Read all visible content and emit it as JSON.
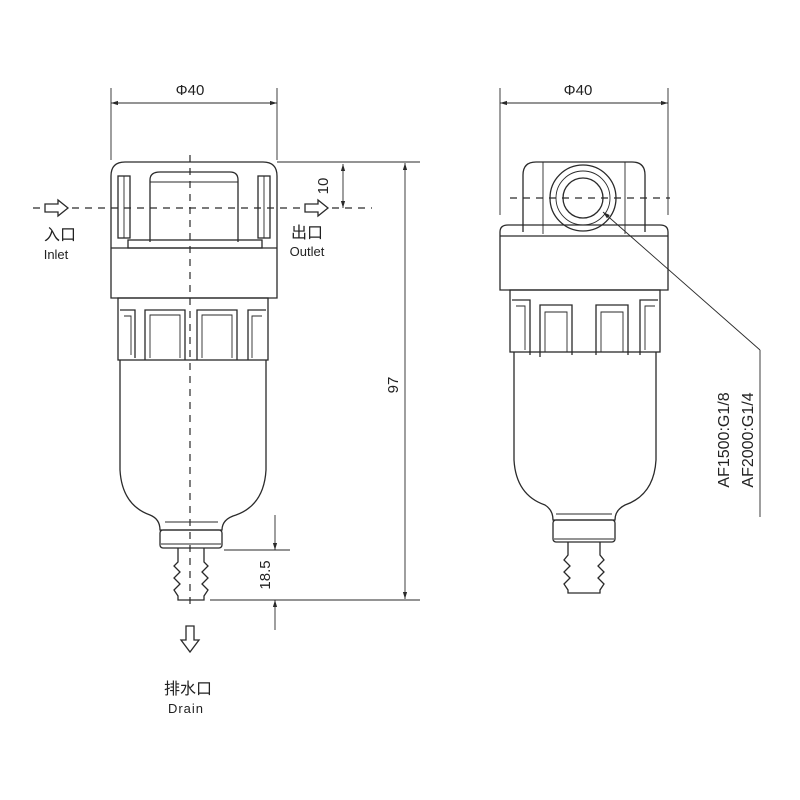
{
  "left_view": {
    "dim_diameter": "Φ40",
    "dim_port_offset": "10",
    "dim_height": "97",
    "dim_drain": "18.5",
    "inlet_cn": "入口",
    "inlet_en": "Inlet",
    "outlet_cn": "出口",
    "outlet_en": "Outlet",
    "drain_cn": "排水口",
    "drain_en": "Drain"
  },
  "right_view": {
    "dim_diameter": "Φ40",
    "port_spec_1": "AF1500:G1/8",
    "port_spec_2": "AF2000:G1/4"
  }
}
